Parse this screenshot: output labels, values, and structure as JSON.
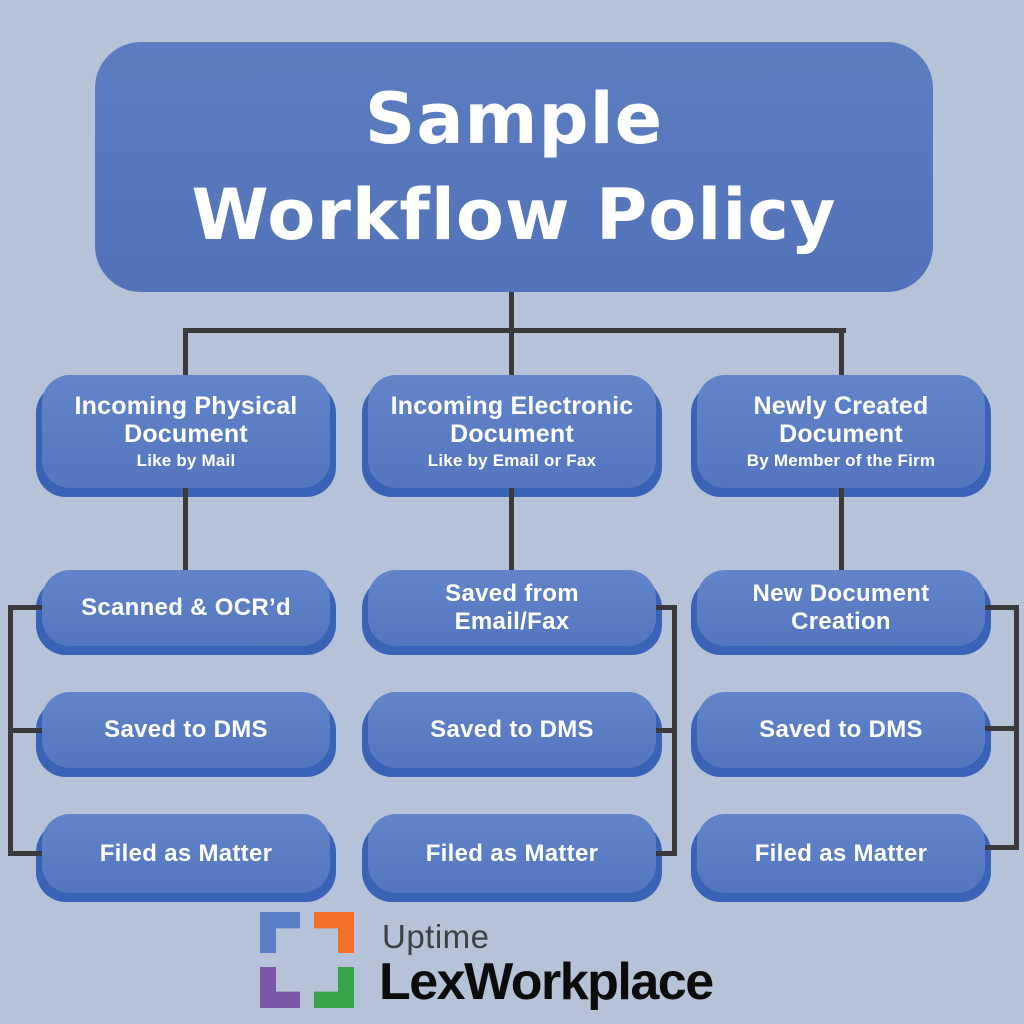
{
  "title": {
    "line1": "Sample",
    "line2": "Workflow Policy"
  },
  "columns": [
    {
      "header": {
        "title": "Incoming Physical Document",
        "subtitle": "Like by Mail"
      },
      "steps": [
        "Scanned & OCR’d",
        "Saved to DMS",
        "Filed as Matter"
      ]
    },
    {
      "header": {
        "title": "Incoming Electronic Document",
        "subtitle": "Like by Email or Fax"
      },
      "steps": [
        "Saved from Email/Fax",
        "Saved to DMS",
        "Filed as Matter"
      ]
    },
    {
      "header": {
        "title": "Newly Created Document",
        "subtitle": "By Member of the Firm"
      },
      "steps": [
        "New Document Creation",
        "Saved to DMS",
        "Filed as Matter"
      ]
    }
  ],
  "logo": {
    "brand_top": "Uptime",
    "brand_bottom": "LexWorkplace",
    "icon_colors": {
      "top_left": "#5b7fc7",
      "top_right": "#f26f26",
      "bottom_left": "#7b57a7",
      "bottom_right": "#37a547"
    }
  },
  "colors": {
    "background": "#b6c2d7",
    "node_face": "#5b7cc3",
    "node_shadow": "#3a62b6",
    "title_box": "#5677bb",
    "connector": "#3a3a3c",
    "node_text": "#ffffff"
  }
}
